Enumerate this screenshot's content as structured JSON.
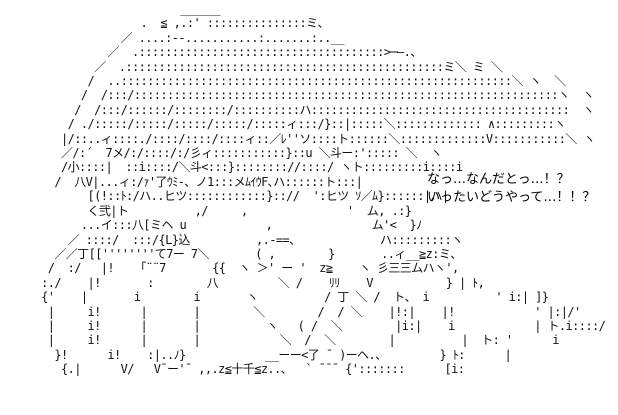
{
  "art": {
    "lines": [
      "                          ______",
      "                    .  ≦ ,.:' :::::::::::::::ミ、",
      "                 ／ ....:--...........:.......:..__",
      "               ／  .:::::::::::::::::::::::::::::::::::::>─―.、",
      "             ／  .::::::::::::::::::::::::::::::::::::::::::::::::ミ＼ ミ ＼",
      "            /  ..:::::::::::::::::::::::::::::::::::::::::::::::::::::::::::＼ ヽ  ＼",
      "           /  /:::/::::::::::::::::::::::::::::::::::::::::::::::::::::::::::::::::ヽ  ヽ",
      "          /  /:::/::::::/::::::::/::::::::::ハ:::::::::::::::::::::::::::::::::::::::  ヽ",
      "         / ./:::::/:::::/:::::/:::::/:::::ィ:::/}::|:::::＼::::::::::::: ∧:::::::::ヽ",
      "        |/::..ィ::::./::::/::::/::::ィ::／ﾚ''ソ::::ト::::::＼:::::::::::::V:::::::::::＼ ヽ",
      "        ／/:´  7メ/:/::::/:/彡ィ:::::::::::}::u ＼斗ー:'::::: ＼  ヽ",
      "        /小::::|  ::i::::/＼斗<:::}:::::::://::::/ ヽト:::::::::i::::i",
      "       /  八V|...ィ:/ｧ'了ｳﾐ-、ノ1:::メﾑｲｳF､ハ::::::ト:::|",
      "            [(!::ﾄ:/ハ..ヒツ::::::::::::}:://  ':ヒツ ｿ／ﾑ}::::::|ハ|",
      "            く弐|ト          ,/     ,               '  ム, .:}",
      "           ...イ:::八[ミヘ u            ,               ム'<  }ﾉ",
      "         ／ ::::/  :::/{L}込          ,.-==、            ハ:::::::::ヽ",
      "       ／／丁[[''''''''て7ー 7＼       ( ,        }       ..ィ__≧z:ミ、",
      "      /  :/   |!    ｢¨¨7       {{  ヽ ＞' ー '  z≧    ヽ 彡三三ムハヽ',",
      "     :./    |!       :        八         ＼ /    ﾘﾘ    V           } | ﾄ,",
      "     {'    |       i        i       ヽ          / 丁 ＼ /  ト、 i          ' i:| ]}",
      "      |     i!      |       |        ＼        /  / ＼    |!:|    |!            ' |:|/'",
      "      |     i!      |       |          ヽ   ( /  ＼        |i:|    i            | ト.i::::/   |ﾉ",
      "      |     i!      |       |            ＼  /  ＼        |          |  ト: '      i",
      "       }!      i!    :|..ﾉ}            __ーー<了 ¯ )ーヘ.、        } ﾄ:      |",
      "        {.|      V/   V¯ー'¯ ,,.z≦十千≦z..、  ` ¯¯¯ {':::::::      [i:"
    ]
  },
  "caption": {
    "line1": "なっ…なんだとっ…！？",
    "line2": "いったいどうやって…！！？"
  }
}
